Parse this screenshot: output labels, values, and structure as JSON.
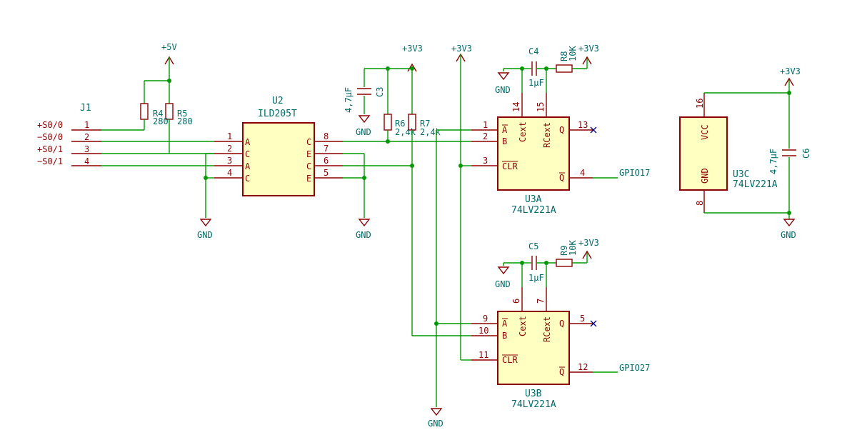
{
  "connector": {
    "ref": "J1",
    "signals": [
      "+S0/0",
      "−S0/0",
      "+S0/1",
      "−S0/1"
    ],
    "pins": [
      "1",
      "2",
      "3",
      "4"
    ]
  },
  "power": {
    "v5": "+5V",
    "v33": "+3V3",
    "gnd": "GND"
  },
  "resistors": {
    "r4": {
      "ref": "R4",
      "value": "280"
    },
    "r5": {
      "ref": "R5",
      "value": "280"
    },
    "r6": {
      "ref": "R6",
      "value": "2,4k"
    },
    "r7": {
      "ref": "R7",
      "value": "2,4k"
    },
    "r8": {
      "ref": "R8",
      "value": "10K"
    },
    "r9": {
      "ref": "R9",
      "value": "10K"
    }
  },
  "capacitors": {
    "c3": {
      "ref": "C3",
      "value": "4,7µF"
    },
    "c4": {
      "ref": "C4",
      "value": "1µF"
    },
    "c5": {
      "ref": "C5",
      "value": "1µF"
    },
    "c6": {
      "ref": "C6",
      "value": "4,7µF"
    }
  },
  "u2": {
    "ref": "U2",
    "part": "ILD205T",
    "left_pins": [
      "A",
      "C",
      "A",
      "C"
    ],
    "left_nums": [
      "1",
      "2",
      "3",
      "4"
    ],
    "right_pins": [
      "C",
      "E",
      "C",
      "E"
    ],
    "right_nums": [
      "8",
      "7",
      "6",
      "5"
    ]
  },
  "u3a": {
    "ref": "U3A",
    "part": "74LV221A",
    "pin_labels": {
      "a": "A",
      "b": "B",
      "clr": "CLR",
      "cext": "Cext",
      "rcext": "RCext",
      "q": "Q",
      "qn": "Q"
    },
    "pins": {
      "a": "1",
      "b": "2",
      "clr": "3",
      "cext": "14",
      "rcext": "15",
      "q": "13",
      "qn": "4"
    }
  },
  "u3b": {
    "ref": "U3B",
    "part": "74LV221A",
    "pin_labels": {
      "a": "A",
      "b": "B",
      "clr": "CLR",
      "cext": "Cext",
      "rcext": "RCext",
      "q": "Q",
      "qn": "Q"
    },
    "pins": {
      "a": "9",
      "b": "10",
      "clr": "11",
      "cext": "6",
      "rcext": "7",
      "q": "5",
      "qn": "12"
    }
  },
  "u3c": {
    "ref": "U3C",
    "part": "74LV221A",
    "pin_labels": {
      "vcc": "VCC",
      "gnd": "GND"
    },
    "pins": {
      "vcc": "16",
      "gnd": "8"
    }
  },
  "nets": {
    "gpio17": "GPIO17",
    "gpio27": "GPIO27"
  }
}
